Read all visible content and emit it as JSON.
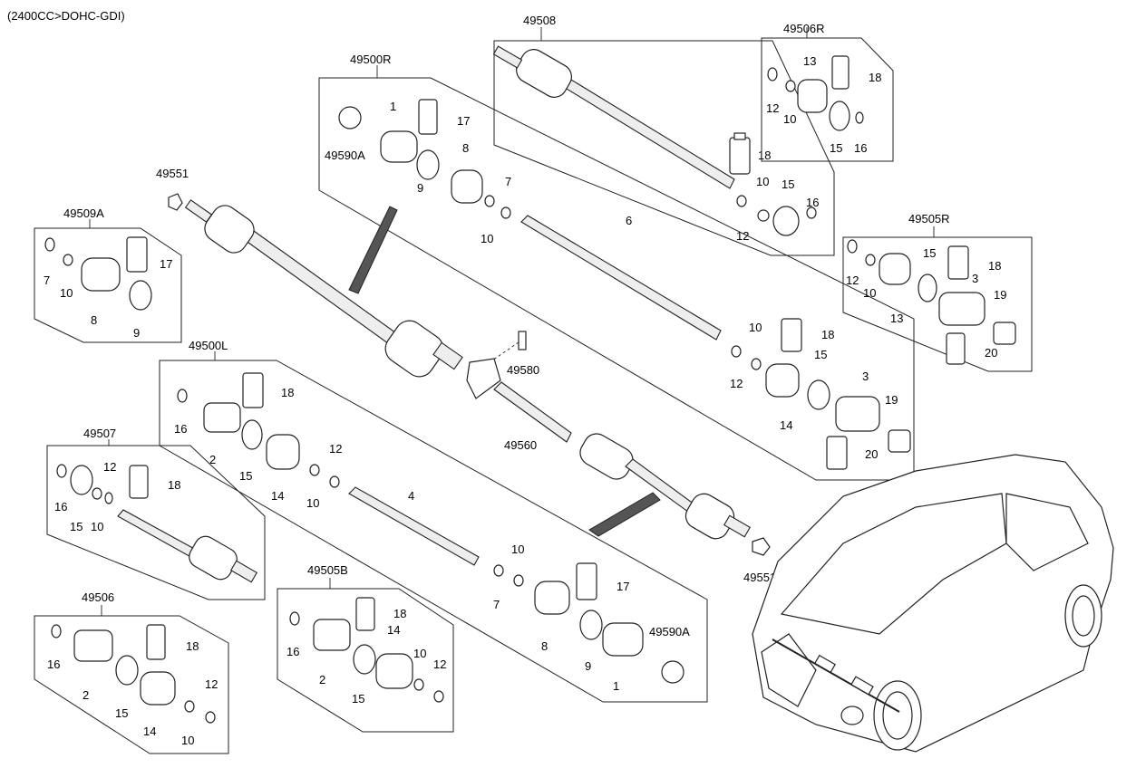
{
  "header": {
    "engine_spec": "(2400CC>DOHC-GDI)"
  },
  "groups": [
    {
      "id": "49508",
      "code": "49508",
      "items": [
        "18",
        "10",
        "12",
        "15",
        "16"
      ]
    },
    {
      "id": "49506R",
      "code": "49506R",
      "items": [
        "13",
        "18",
        "12",
        "10",
        "15",
        "16"
      ]
    },
    {
      "id": "49500R",
      "code": "49500R",
      "items": [
        "1",
        "17",
        "49590A",
        "9",
        "8",
        "7",
        "10",
        "6",
        "10",
        "12",
        "18",
        "15",
        "14",
        "3",
        "19",
        "20"
      ]
    },
    {
      "id": "49505R",
      "code": "49505R",
      "items": [
        "15",
        "18",
        "12",
        "10",
        "3",
        "19",
        "13",
        "20"
      ]
    },
    {
      "id": "49509A",
      "code": "49509A",
      "items": [
        "17",
        "7",
        "10",
        "8",
        "9"
      ]
    },
    {
      "id": "49500L",
      "code": "49500L",
      "items": [
        "18",
        "16",
        "2",
        "15",
        "14",
        "10",
        "12",
        "4",
        "10",
        "7",
        "17",
        "8",
        "9",
        "1",
        "49590A"
      ]
    },
    {
      "id": "49507",
      "code": "49507",
      "items": [
        "12",
        "18",
        "16",
        "15",
        "10"
      ]
    },
    {
      "id": "49506",
      "code": "49506",
      "items": [
        "18",
        "16",
        "2",
        "15",
        "14",
        "12",
        "10"
      ]
    },
    {
      "id": "49505B",
      "code": "49505B",
      "items": [
        "18",
        "14",
        "16",
        "2",
        "10",
        "12",
        "15"
      ]
    }
  ],
  "standalone": {
    "nut_top": "49551",
    "nut_bottom": "49551",
    "bolt": "49580",
    "bearing_shaft": "49560"
  }
}
